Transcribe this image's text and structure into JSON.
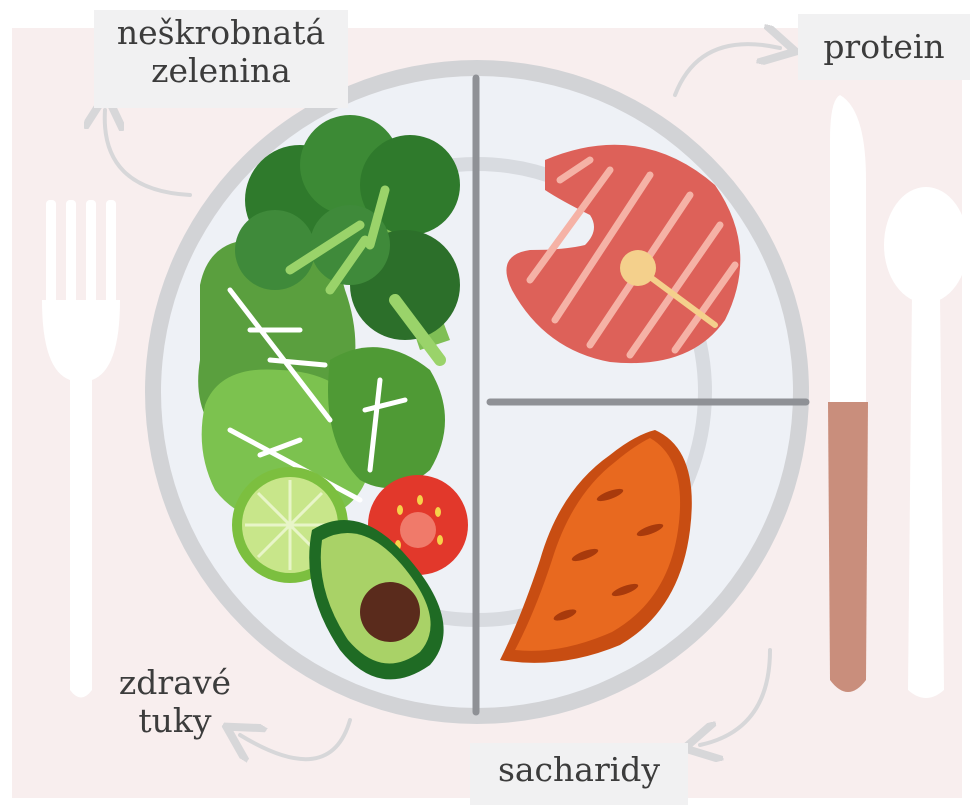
{
  "labels": {
    "vegetables": [
      "neškrobnatá",
      "zelenina"
    ],
    "protein": "protein",
    "fats": [
      "zdravé",
      "tuky"
    ],
    "carbs": "sacharidy"
  },
  "colors": {
    "mat": "#f8eeee",
    "plate_rim": "#d2d3d6",
    "plate_face": "#eef1f6",
    "divider": "#8f9196",
    "salmon": "#dd6159",
    "sweet_potato": "#e8691f",
    "broccoli": "#3f8a3a",
    "lettuce": "#6fb24a",
    "avocado": "#4b8f2e",
    "tomato": "#e2382b",
    "lime": "#b6dd72",
    "knife_handle": "#c98e7c"
  },
  "icons": [
    "fork-icon",
    "knife-icon",
    "spoon-icon",
    "broccoli-icon",
    "lettuce-icon",
    "lime-icon",
    "tomato-icon",
    "avocado-icon",
    "salmon-steak-icon",
    "sweet-potato-icon",
    "cycle-arrow-icon"
  ]
}
